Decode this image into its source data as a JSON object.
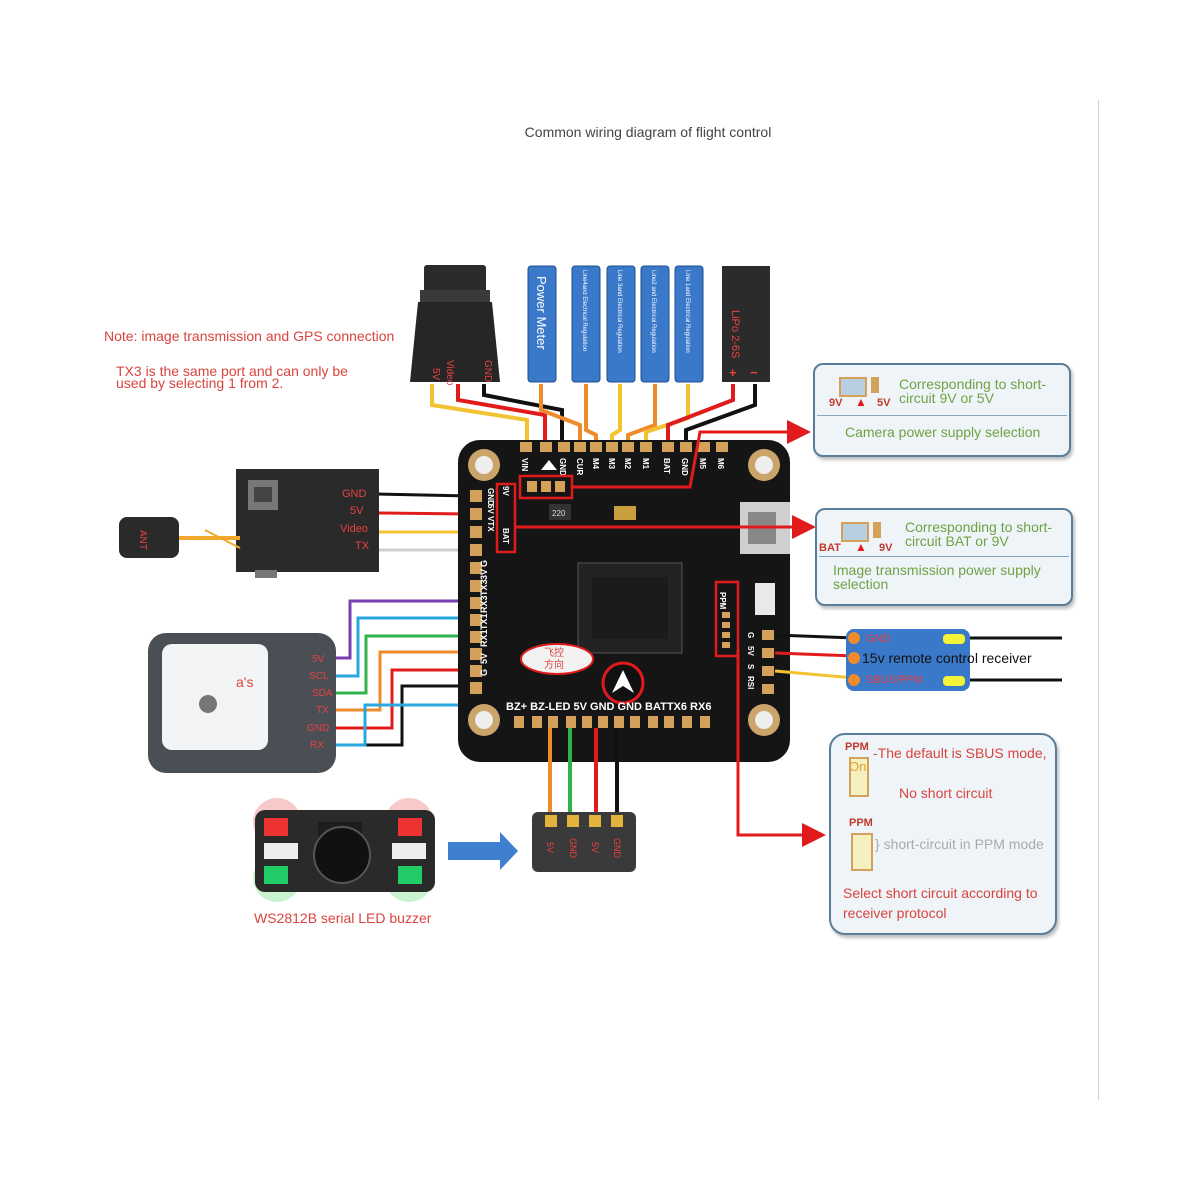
{
  "title": "Common wiring diagram of flight control",
  "notes": {
    "line1": "Note: image transmission and GPS connection",
    "line2": "TX3 is the same port and can only be",
    "line3": "used by selecting 1 from 2."
  },
  "top_connectors": {
    "power_meter": "Power Meter",
    "esc4": "Line4and Electrical Regulation",
    "esc3": "Line 3and Electrical Regulation",
    "esc2": "Line2 and Electrical Regulation",
    "esc1": "Line 1and Electrical Regulation",
    "battery": "LiPo 2-6S",
    "plus": "+",
    "minus": "−"
  },
  "camera_pins": [
    "5V",
    "Video",
    "GND"
  ],
  "vtx_pins": [
    "GND",
    "5V",
    "Video",
    "TX"
  ],
  "vtx_antenna": "ANT",
  "gps": {
    "label": "a's",
    "pins": [
      "5V",
      "SCL",
      "SDA",
      "TX",
      "GND",
      "RX"
    ]
  },
  "board": {
    "top_pads": [
      "VIN",
      "GND",
      "CUR",
      "M4",
      "M3",
      "M2",
      "M1",
      "BAT",
      "GND",
      "M5",
      "M6"
    ],
    "left_pads": [
      "GND",
      "5V",
      "VTX",
      "9V",
      "BAT"
    ],
    "left_uart": [
      "G",
      "5V",
      "RX1",
      "TX1",
      "RX3",
      "TX3",
      "3V",
      "G"
    ],
    "bottom_row": "BZ+ BZ-LED 5V GND GND BATTX6 RX6",
    "ppm_label": "PPM",
    "right_pins": [
      "G",
      "5V",
      "S",
      "RSI"
    ],
    "chip_label": "220",
    "orientation": [
      "飞控",
      "方向"
    ]
  },
  "camera_callout": {
    "heading": "Corresponding to short-circuit 9V or 5V",
    "left_label": "9V",
    "right_label": "5V",
    "caption": "Camera power supply selection"
  },
  "vtx_callout": {
    "heading": "Corresponding to short-circuit BAT or 9V",
    "left_label": "BAT",
    "right_label": "9V",
    "caption": "Image transmission power supply selection"
  },
  "receiver": {
    "label": "15v remote control receiver",
    "pins": [
      "GND",
      "SBUS/PPM"
    ]
  },
  "ppm_callout": {
    "ppm_on_label": "PPM",
    "on_label": "On",
    "default_text": "-The default is SBUS mode,",
    "no_short": "No short circuit",
    "ppm_short_label": "PPM",
    "short_text": "} short-circuit in PPM mode",
    "footer": "Select short circuit according to receiver protocol"
  },
  "led_connector_pins": [
    "5V",
    "GND",
    "5V",
    "GND"
  ],
  "buzzer_label": "WS2812B serial LED buzzer",
  "colors": {
    "red_wire": "#e11b1b",
    "yellow_wire": "#f2c230",
    "orange_wire": "#f08b2c",
    "black_wire": "#111111",
    "blue_wire": "#29a8e0",
    "green_wire": "#2db34a",
    "purple_wire": "#7a3fb3",
    "esc_blue": "#3a78c9",
    "callout_border": "#5a7e9a",
    "callout_text": "#6fa244",
    "note_red": "#d9443f"
  }
}
